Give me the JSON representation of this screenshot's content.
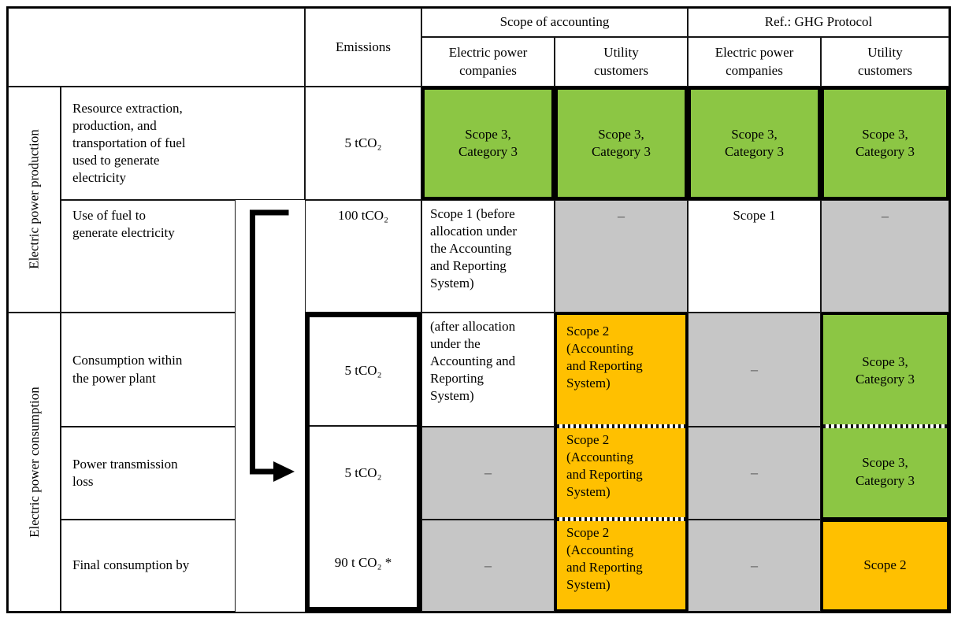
{
  "figure": {
    "headers": {
      "emissions": "Emissions",
      "scope_group": "Scope of accounting",
      "ghg_group": "Ref.: GHG Protocol",
      "electric_power_companies": "Electric power\ncompanies",
      "utility_customers": "Utility\ncustomers"
    },
    "row_groups": {
      "production": "Electric power production",
      "consumption": "Electric power consumption"
    },
    "rows": [
      {
        "desc": "Resource extraction,\nproduction, and\ntransportation of fuel\nused to generate\nelectricity",
        "emissions": "5 tCO₂",
        "scope_electric": "Scope 3,\nCategory 3",
        "scope_utility": "Scope 3,\nCategory 3",
        "ghg_electric": "Scope 3,\nCategory 3",
        "ghg_utility": "Scope 3,\nCategory 3"
      },
      {
        "desc": "Use of fuel to\ngenerate electricity",
        "emissions": "100 tCO₂",
        "scope_electric": "Scope 1 (before\nallocation under\nthe Accounting\nand Reporting\nSystem)",
        "scope_utility": "–",
        "ghg_electric": "Scope 1",
        "ghg_utility": "–"
      },
      {
        "desc": "Consumption within\nthe power plant",
        "emissions": "5 tCO₂",
        "scope_electric": "(after allocation\nunder the\nAccounting and\nReporting\nSystem)",
        "scope_utility": "Scope 2\n(Accounting\nand Reporting\nSystem)",
        "ghg_electric": "–",
        "ghg_utility": "Scope 3,\nCategory 3"
      },
      {
        "desc": "Power transmission\nloss",
        "emissions": "5 tCO₂",
        "scope_electric": "–",
        "scope_utility": "Scope 2\n(Accounting\nand Reporting\nSystem)",
        "ghg_electric": "–",
        "ghg_utility": "Scope 3,\nCategory 3"
      },
      {
        "desc": "Final consumption by",
        "emissions": "90 t CO₂ *",
        "scope_electric": "–",
        "scope_utility": "Scope 2\n(Accounting\nand Reporting\nSystem)",
        "ghg_electric": "–",
        "ghg_utility": "Scope 2"
      }
    ],
    "colors": {
      "green": "#8CC644",
      "orange": "#FFC000",
      "gray": "#C6C6C6",
      "border": "#000000"
    }
  }
}
